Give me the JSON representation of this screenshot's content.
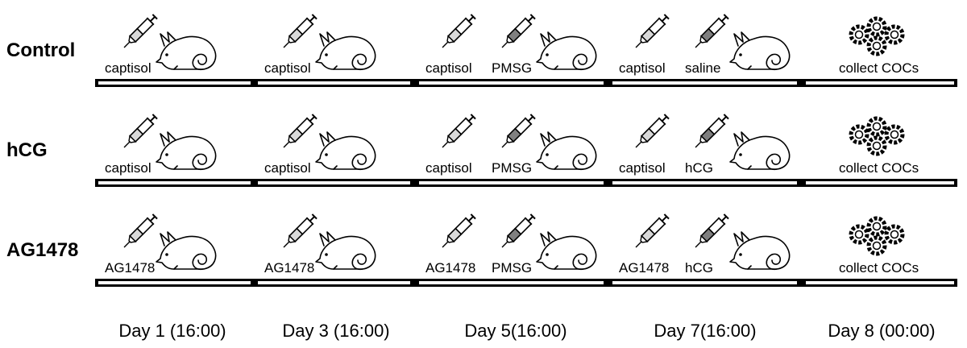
{
  "groups": [
    {
      "label": "Control",
      "stages": [
        {
          "icons": [
            "syringe-light",
            "mouse"
          ],
          "labels": [
            "captisol"
          ]
        },
        {
          "icons": [
            "syringe-light",
            "mouse"
          ],
          "labels": [
            "captisol"
          ]
        },
        {
          "icons": [
            "syringe-light",
            "syringe-dark",
            "mouse"
          ],
          "labels": [
            "captisol",
            "PMSG"
          ]
        },
        {
          "icons": [
            "syringe-light",
            "syringe-dark",
            "mouse"
          ],
          "labels": [
            "captisol",
            "saline"
          ]
        },
        {
          "icons": [
            "oocyte-cluster"
          ],
          "labels": [
            "collect COCs"
          ]
        }
      ]
    },
    {
      "label": "hCG",
      "stages": [
        {
          "icons": [
            "syringe-light",
            "mouse"
          ],
          "labels": [
            "captisol"
          ]
        },
        {
          "icons": [
            "syringe-light",
            "mouse"
          ],
          "labels": [
            "captisol"
          ]
        },
        {
          "icons": [
            "syringe-light",
            "syringe-dark",
            "mouse"
          ],
          "labels": [
            "captisol",
            "PMSG"
          ]
        },
        {
          "icons": [
            "syringe-light",
            "syringe-dark",
            "mouse"
          ],
          "labels": [
            "captisol",
            "hCG"
          ]
        },
        {
          "icons": [
            "oocyte-cluster"
          ],
          "labels": [
            "collect COCs"
          ]
        }
      ]
    },
    {
      "label": "AG1478",
      "stages": [
        {
          "icons": [
            "syringe-light",
            "mouse"
          ],
          "labels": [
            "AG1478"
          ]
        },
        {
          "icons": [
            "syringe-light",
            "mouse"
          ],
          "labels": [
            "AG1478"
          ]
        },
        {
          "icons": [
            "syringe-light",
            "syringe-dark",
            "mouse"
          ],
          "labels": [
            "AG1478",
            "PMSG"
          ]
        },
        {
          "icons": [
            "syringe-light",
            "syringe-dark",
            "mouse"
          ],
          "labels": [
            "AG1478",
            "hCG"
          ]
        },
        {
          "icons": [
            "oocyte-cluster"
          ],
          "labels": [
            "collect COCs"
          ]
        }
      ]
    }
  ],
  "days": [
    "Day 1 (16:00)",
    "Day 3 (16:00)",
    "Day 5(16:00)",
    "Day 7(16:00)",
    "Day 8 (00:00)"
  ],
  "colors": {
    "syringe_light": "#d9d9d9",
    "syringe_dark": "#7f7f7f",
    "line": "#000000"
  }
}
